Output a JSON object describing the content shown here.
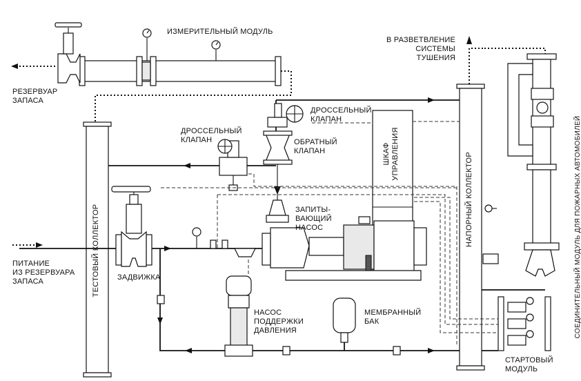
{
  "labels": {
    "measuring_module": "ИЗМЕРИТЕЛЬНЫЙ МОДУЛЬ",
    "reserve_tank": "РЕЗЕРВУАР\nЗАПАСА",
    "supply_from_tank": "ПИТАНИЕ\nИЗ РЕЗЕРВУАРА\nЗАПАСА",
    "to_branch": "В РАЗВЕТВЛЕНИЕ\nСИСТЕМЫ\nТУШЕНИЯ",
    "throttle_valve_top": "ДРОССЕЛЬНЫЙ\nКЛАПАН",
    "throttle_valve_left": "ДРОССЕЛЬНЫЙ\nКЛАПАН",
    "check_valve": "ОБРАТНЫЙ\nКЛАПАН",
    "booster_pump": "ЗАПИТЫ-\nВАЮЩИЙ\nНАСОС",
    "gate_valve": "ЗАДВИЖКА",
    "jockey_pump": "НАСОС\nПОДДЕРЖКИ\nДАВЛЕНИЯ",
    "membrane_tank": "МЕМБРАННЫЙ\nБАК",
    "starter_module": "СТАРТОВЫЙ\nМОДУЛЬ",
    "test_collector": "ТЕСТОВЫЙ КОЛЛЕКТОР",
    "pressure_collector": "НАПОРНЫЙ КОЛЛЕКТОР",
    "control_cabinet": "ШКАФ\nУПРАВЛЕНИЯ",
    "fire_truck_module": "СОЕДИНИТЕЛЬНЫЙ МОДУЛЬ ДЛЯ ПОЖАРНЫХ АВТОМОБИЛЕЙ"
  },
  "icons": {
    "handwheel": "handwheel-icon",
    "manometer": "pressure-gauge-icon",
    "flow_arrow": "flow-arrow-icon"
  }
}
